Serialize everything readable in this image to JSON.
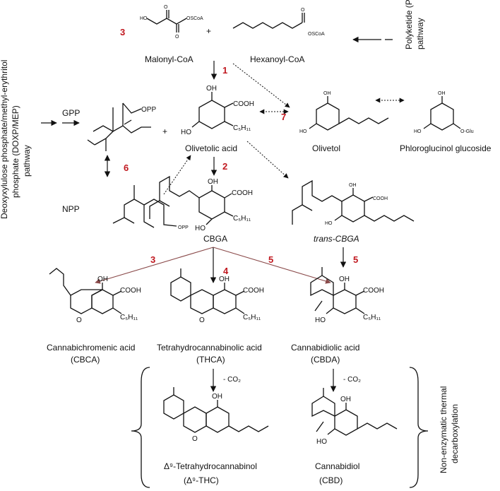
{
  "labels": {
    "malonyl_coa": "Malonyl-CoA",
    "hexanoyl_coa": "Hexanoyl-CoA",
    "plus": "+",
    "pks_pathway": [
      "Polyketide (PKS)",
      "pathway"
    ],
    "dox_pathway": [
      "Deoxyxylulose phosphate/methyl-erythritol",
      "phosphate (DOXP/MEP)",
      "pathway"
    ],
    "gpp": "GPP",
    "npp": "NPP",
    "olivetolic_acid": "Olivetolic acid",
    "olivetol": "Olivetol",
    "phloroglucinol": "Phloroglucinol glucoside",
    "cbga": "CBGA",
    "trans_cbga": "trans-CBGA",
    "cbca": [
      "Cannabichromenic acid",
      "(CBCA)"
    ],
    "thca": [
      "Tetrahydrocannabinolic acid",
      "(THCA)"
    ],
    "cbda": [
      "Cannabidiolic acid",
      "(CBDA)"
    ],
    "thc": [
      "Δ⁹-Tetrahydrocannabinol",
      "(Δ⁹-THC)"
    ],
    "cbd": [
      "Cannabidiol",
      "(CBD)"
    ],
    "decarb": [
      "Non-enzymatic thermal",
      "decarboxylation"
    ],
    "minus_co2": "- CO₂",
    "cooh": "COOH",
    "oh": "OH",
    "ho": "HO",
    "c5h11": "C₅H₁₁",
    "opp": "OPP",
    "sscoa": "OSCoA",
    "o_glu": "O-Glu"
  },
  "steps": [
    "1",
    "2",
    "3",
    "4",
    "5",
    "6",
    "7"
  ],
  "colors": {
    "step_number": "#c0181f",
    "ink": "#111111"
  }
}
